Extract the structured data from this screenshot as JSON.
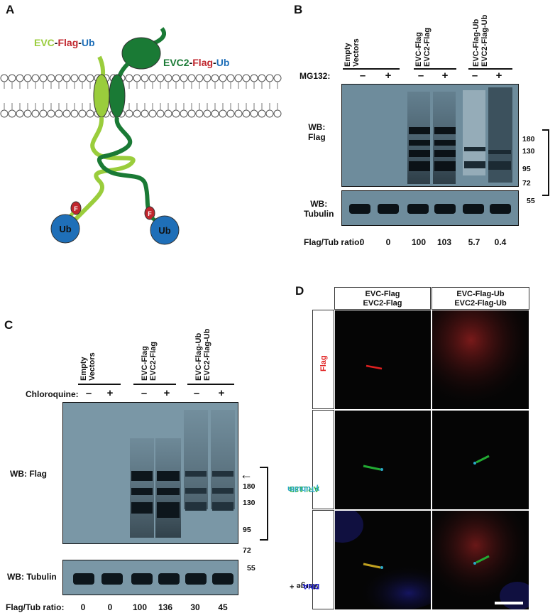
{
  "panel_labels": {
    "a": "A",
    "b": "B",
    "c": "C",
    "d": "D"
  },
  "panel_a": {
    "evc_label": {
      "p1": "EVC",
      "p2": "-",
      "p3": "Flag",
      "p4": "-",
      "p5": "Ub"
    },
    "evc2_label": {
      "p1": "EVC2",
      "p2": "-",
      "p3": "Flag",
      "p4": "-",
      "p5": "Ub"
    },
    "flag_tag": "F",
    "ub_tag": "Ub",
    "colors": {
      "evc": "#9acd3c",
      "evc2": "#1a7a35",
      "flag": "#c0262d",
      "ub": "#1f6fb8"
    }
  },
  "panel_b": {
    "groups": [
      {
        "line1": "Empty",
        "line2": "Vectors"
      },
      {
        "line1": "EVC-Flag",
        "line2": "EVC2-Flag"
      },
      {
        "line1": "EVC-Flag-Ub",
        "line2": "EVC2-Flag-Ub"
      }
    ],
    "treatment": "MG132:",
    "minus": "–",
    "plus": "+",
    "wb_flag": {
      "l1": "WB:",
      "l2": "Flag"
    },
    "wb_tub": {
      "l1": "WB:",
      "l2": "Tubulin"
    },
    "mw_flag": [
      "180",
      "130",
      "95",
      "72"
    ],
    "mw_tub": "55",
    "ratio_label": "Flag/Tub ratio:",
    "ratios": [
      "0",
      "0",
      "100",
      "103",
      "5.7",
      "0.4"
    ]
  },
  "panel_c": {
    "groups": [
      {
        "line1": "Empty",
        "line2": "Vectors"
      },
      {
        "line1": "EVC-Flag",
        "line2": "EVC2-Flag"
      },
      {
        "line1": "EVC-Flag-Ub",
        "line2": "EVC2-Flag-Ub"
      }
    ],
    "treatment": "Chloroquine:",
    "minus": "–",
    "plus": "+",
    "wb_flag": "WB: Flag",
    "wb_tub": "WB: Tubulin",
    "mw_flag": [
      "180",
      "130",
      "95",
      "72"
    ],
    "mw_tub": "55",
    "ratio_label": "Flag/Tub ratio:",
    "ratios": [
      "0",
      "0",
      "100",
      "136",
      "30",
      "45"
    ]
  },
  "panel_d": {
    "col1": {
      "l1": "EVC-Flag",
      "l2": "EVC2-Flag"
    },
    "col2": {
      "l1": "EVC-Flag-Ub",
      "l2": "EVC2-Flag-Ub"
    },
    "row1": "Flag",
    "row2": {
      "a": "ARL13B",
      "b": "γTubulin"
    },
    "row3": {
      "a": "Merge + ",
      "b": "DNA"
    },
    "colors": {
      "flag": "#e02020",
      "arl13b": "#22aa33",
      "tubulin": "#2aa8c8",
      "dna": "#2020d0"
    }
  }
}
